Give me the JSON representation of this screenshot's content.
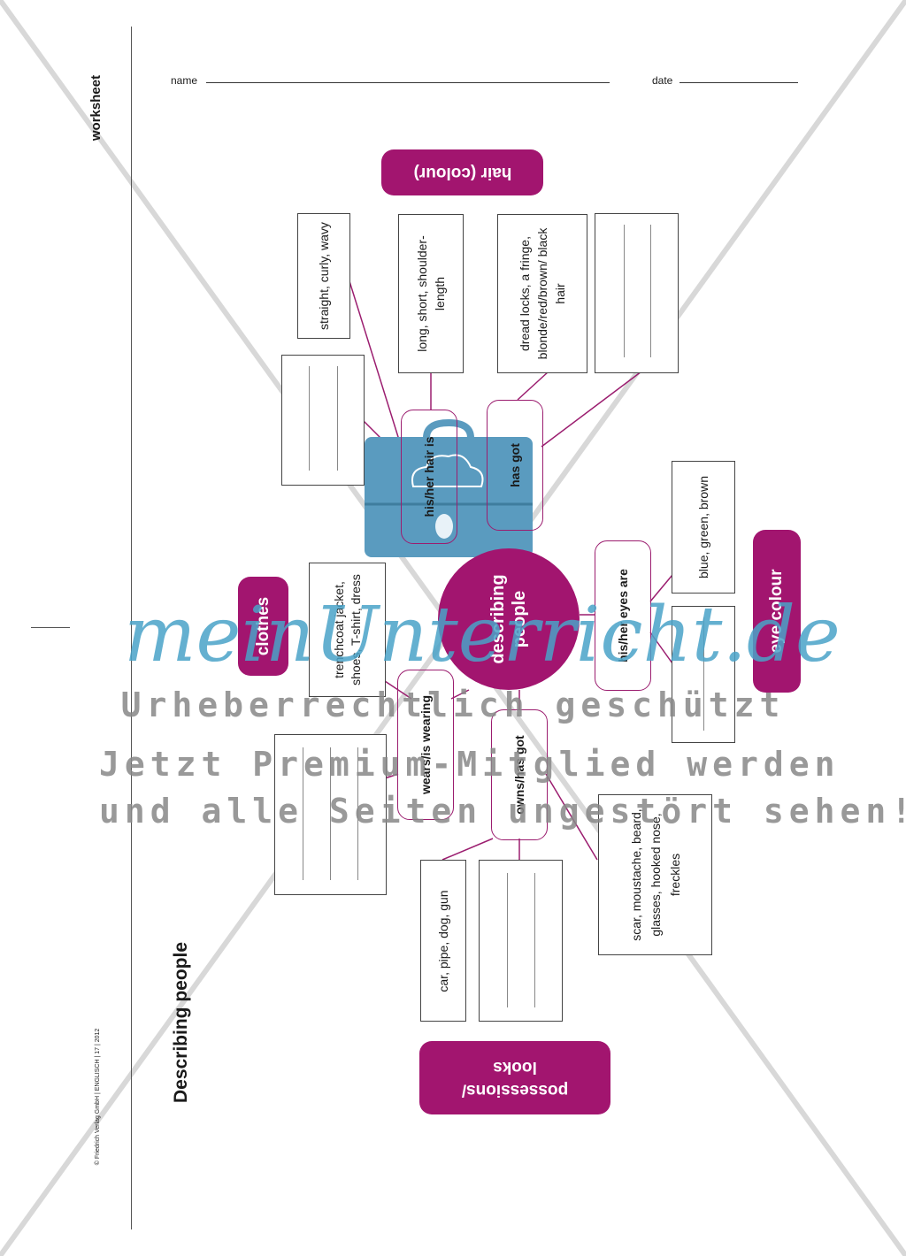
{
  "header": {
    "name_label": "name",
    "date_label": "date",
    "worksheet_label": "worksheet"
  },
  "sidebar": {
    "title": "Describing people",
    "copyright": "© Friedrich Verlag GmbH | ENGLISCH | 17 | 2012"
  },
  "center": {
    "label": "describing people"
  },
  "categories": {
    "hair": "hair (colour)",
    "eye": "eye colour",
    "clothes": "clothes",
    "possessions": "possessions/ looks"
  },
  "connectors": {
    "hair_is": "his/her hair is",
    "has_got": "has got",
    "eyes_are": "his/her eyes are",
    "wears": "wears/is wearing",
    "owns": "owns/has got"
  },
  "examples": {
    "hair_texture": "straight, curly, wavy",
    "hair_length": "long, short, shoulder-length",
    "hair_features": "dread locks, a fringe, blonde/red/brown/ black hair",
    "eye_colours": "blue, green, brown",
    "clothes_items": "trenchcoat jacket, shoes, T-shirt, dress",
    "looks_items": "scar, moustache, beard, glasses, hooked nose, freckles",
    "possession_items": "car, pipe, dog, gun"
  },
  "watermark": {
    "script": "meinUnterricht.de",
    "line1": "Urheberrechtlich geschützt",
    "line2": "Jetzt Premium-Mitglied werden",
    "line3": "und alle Seiten ungestört sehen!"
  },
  "colors": {
    "accent": "#a2156f",
    "bag": "#5a9bbf",
    "watermark_blue": "#4aa3c8"
  }
}
